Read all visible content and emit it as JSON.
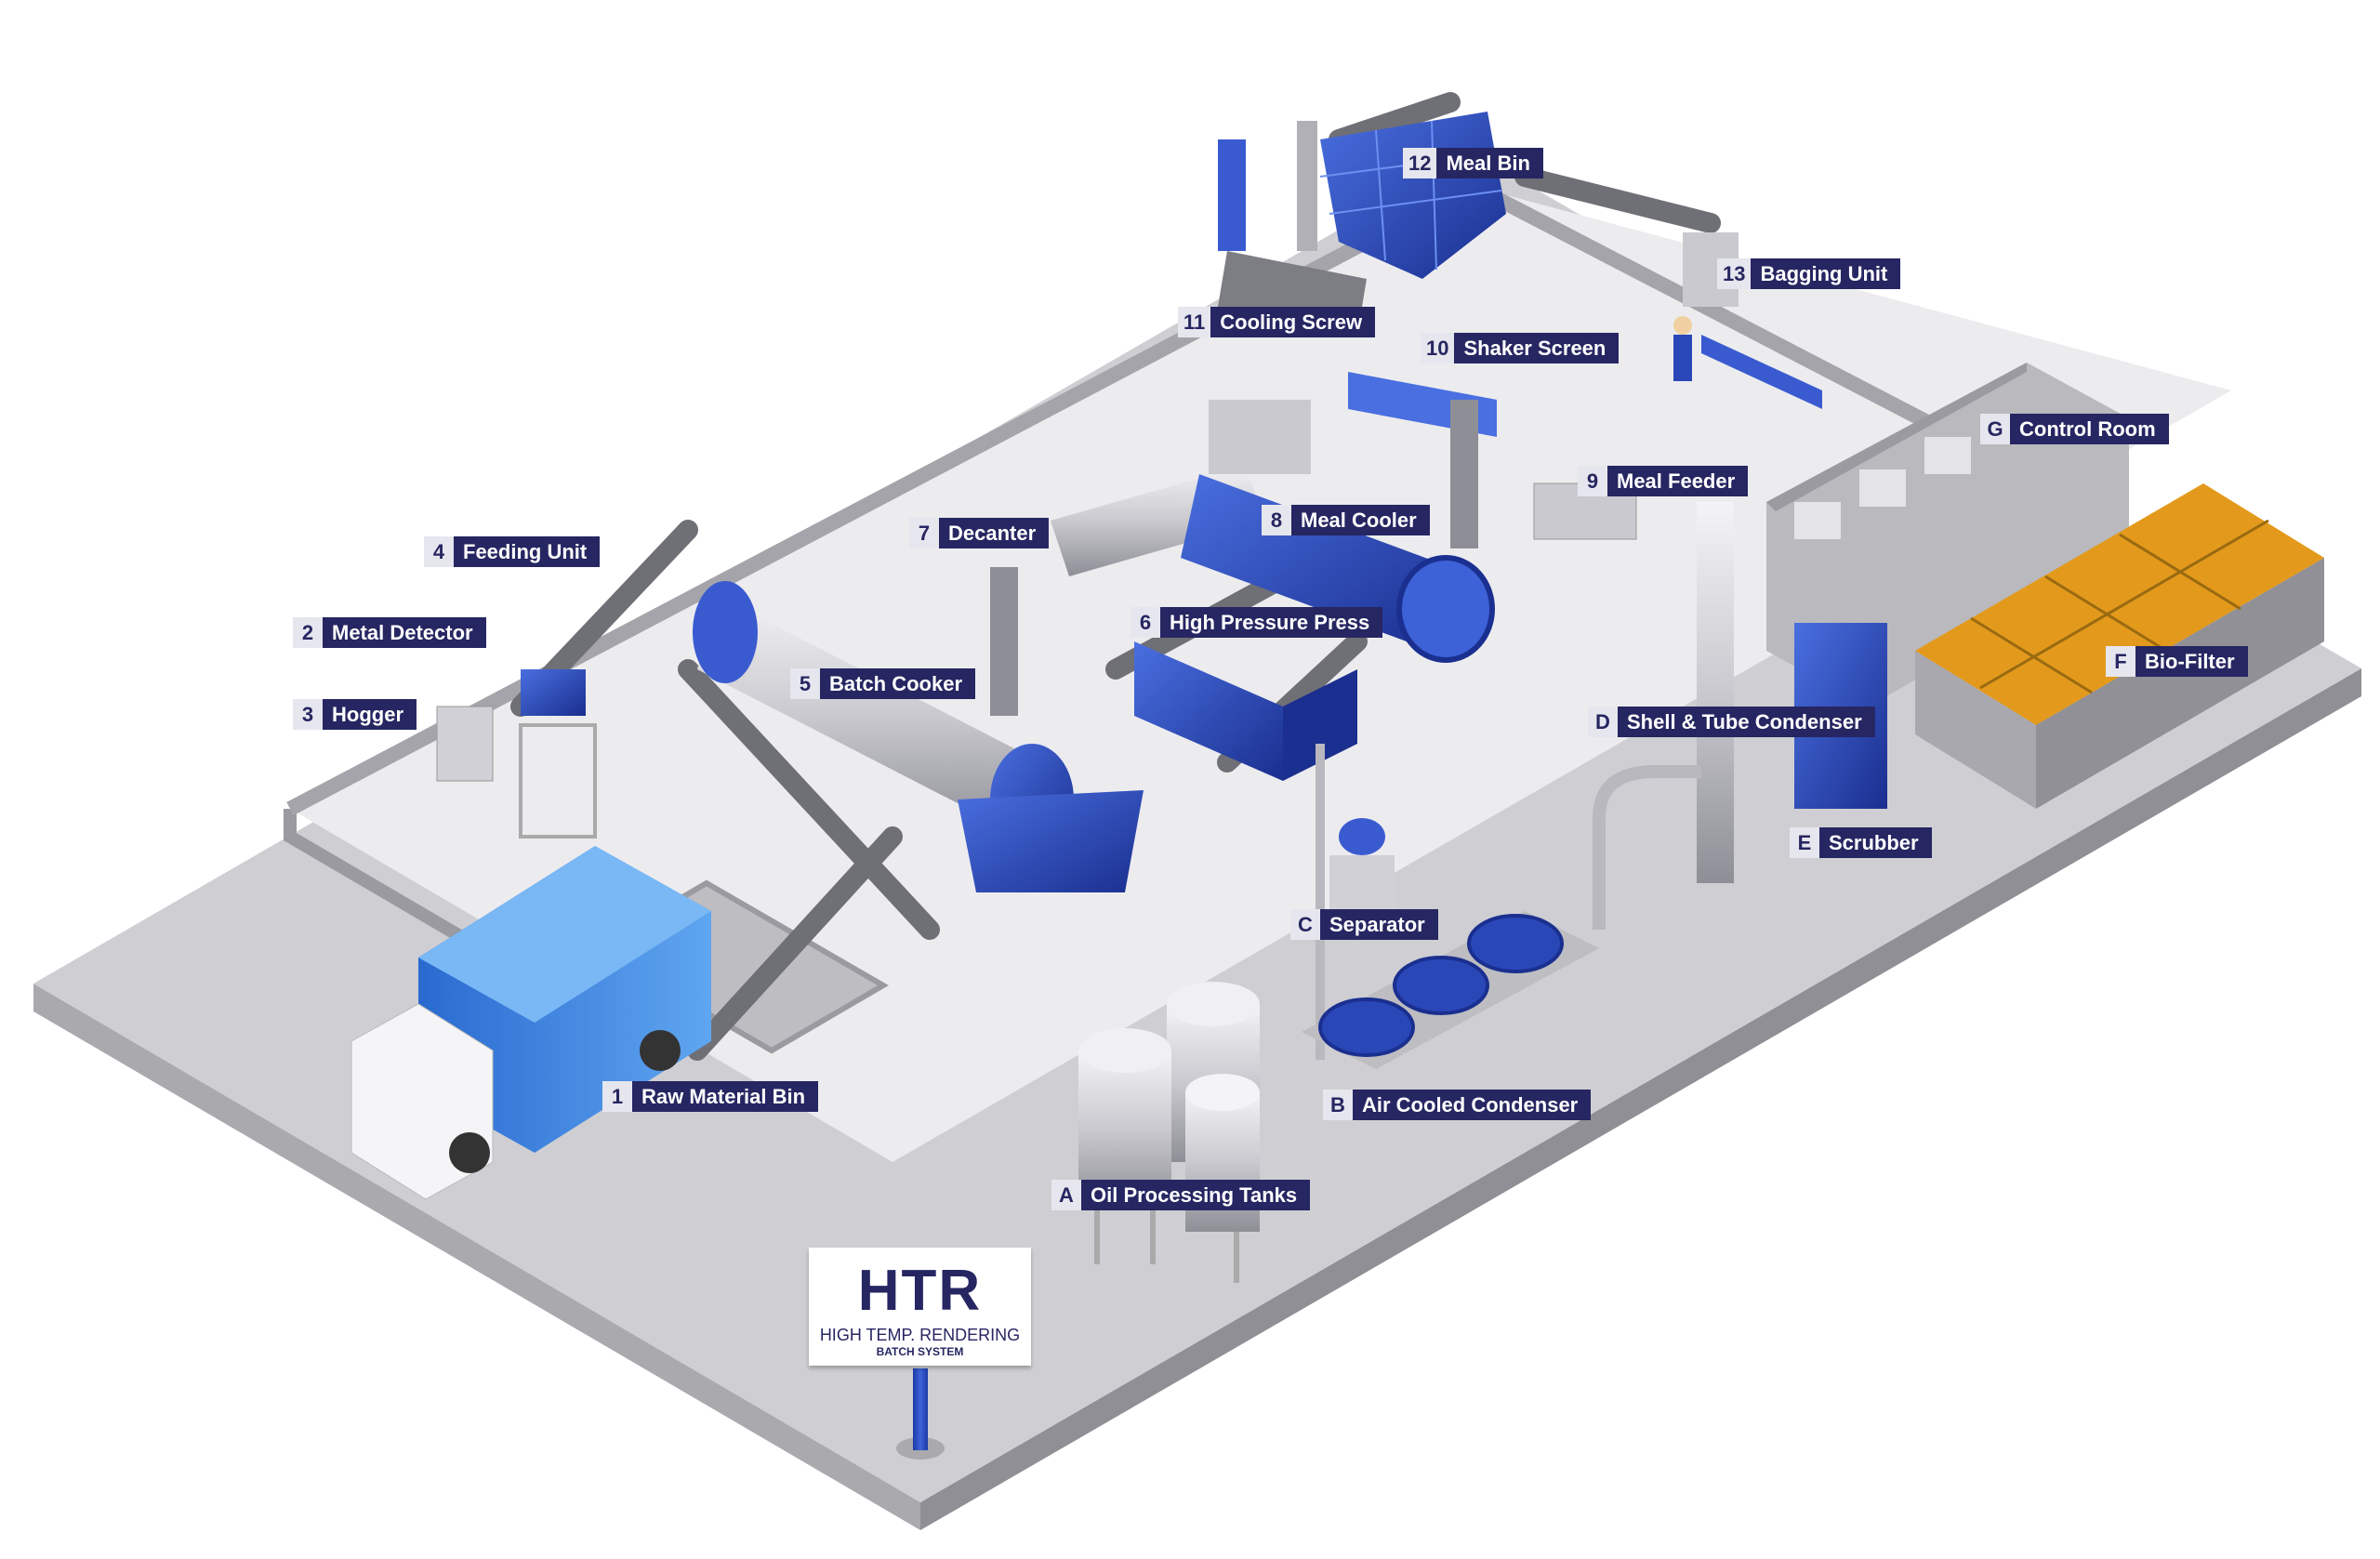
{
  "title_sign": {
    "main": "HTR",
    "subtitle": "HIGH TEMP. RENDERING",
    "subtitle2": "BATCH SYSTEM"
  },
  "colors": {
    "label_bg": "#262662",
    "number_bg": "#e6e6ee",
    "equipment_blue": "#2a47b8",
    "floor": "#e9e9ec",
    "slab": "#c9c9cd",
    "biofilter": "#e39a1c"
  },
  "labels": [
    {
      "num": "1",
      "text": "Raw Material Bin"
    },
    {
      "num": "2",
      "text": "Metal Detector"
    },
    {
      "num": "3",
      "text": "Hogger"
    },
    {
      "num": "4",
      "text": "Feeding Unit"
    },
    {
      "num": "5",
      "text": "Batch Cooker"
    },
    {
      "num": "6",
      "text": "High Pressure Press"
    },
    {
      "num": "7",
      "text": "Decanter"
    },
    {
      "num": "8",
      "text": "Meal Cooler"
    },
    {
      "num": "9",
      "text": "Meal Feeder"
    },
    {
      "num": "10",
      "text": "Shaker Screen"
    },
    {
      "num": "11",
      "text": "Cooling Screw"
    },
    {
      "num": "12",
      "text": "Meal Bin"
    },
    {
      "num": "13",
      "text": "Bagging Unit"
    },
    {
      "num": "A",
      "text": "Oil Processing Tanks"
    },
    {
      "num": "B",
      "text": "Air Cooled Condenser"
    },
    {
      "num": "C",
      "text": "Separator"
    },
    {
      "num": "D",
      "text": "Shell & Tube Condenser"
    },
    {
      "num": "E",
      "text": "Scrubber"
    },
    {
      "num": "F",
      "text": "Bio-Filter"
    },
    {
      "num": "G",
      "text": "Control Room"
    }
  ]
}
